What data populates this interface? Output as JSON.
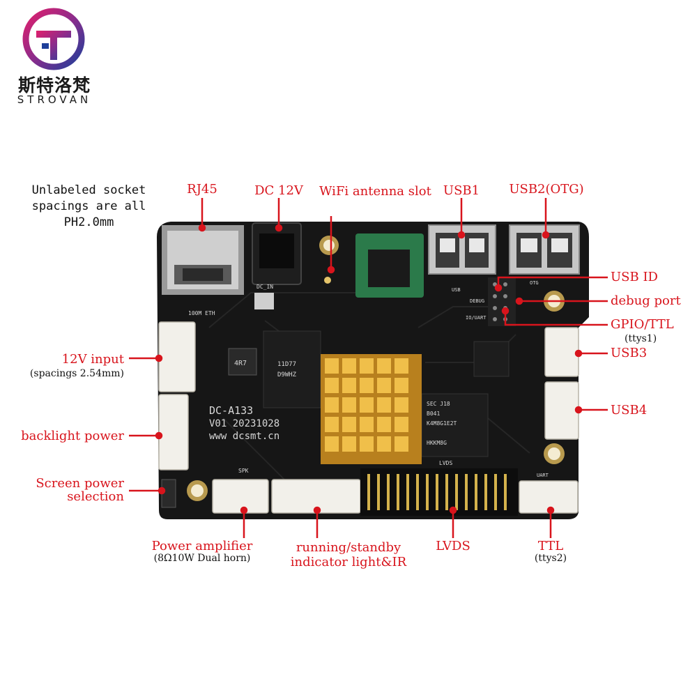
{
  "logo": {
    "cn": "斯特洛梵",
    "en": "STROVAN"
  },
  "note": [
    "Unlabeled socket",
    "spacings are all",
    "PH2.0mm"
  ],
  "board": {
    "model": "DC-A133",
    "version": "V01  20231028",
    "url": "www  dcsmt.cn",
    "silk": {
      "eth": "100M ETH",
      "dcin": "DC_IN",
      "usb": "USB",
      "otg": "OTG",
      "debug": "DEBUG",
      "iouart": "IO/UART",
      "lvds": "LVDS",
      "spk": "SPK",
      "uart": "UART",
      "inductor": "4R7",
      "cpu1": "11D77",
      "cpu2": "D9WHZ",
      "ram1": "SEC J18",
      "ram2": "B041",
      "ram3": "K4M8G1E2T",
      "ram4": "HKKM8G"
    }
  },
  "callouts": {
    "rj45": "RJ45",
    "dc12v": "DC 12V",
    "wifi": "WiFi antenna slot",
    "usb1": "USB1",
    "usb2": "USB2(OTG)",
    "usb_id": "USB ID",
    "debug_port": "debug port",
    "gpio_ttl": "GPIO/TTL",
    "gpio_ttl_sub": "(ttys1)",
    "usb3": "USB3",
    "usb4": "USB4",
    "input12v": "12V input",
    "input12v_sub": "(spacings 2.54mm)",
    "backlight": "backlight power",
    "screen_power_1": "Screen power",
    "screen_power_2": "selection",
    "power_amp": "Power amplifier",
    "power_amp_sub": "(8Ω10W Dual horn)",
    "running_1": "running/standby",
    "running_2": "indicator light&IR",
    "lvds": "LVDS",
    "ttl": "TTL",
    "ttl_sub": "(ttys2)"
  },
  "colors": {
    "accent": "#d8141c",
    "board": "#141414",
    "heatsink": "#e0a82e",
    "connector": "#f2f0ea",
    "logo_ring": "#1e3f9a",
    "logo_fill": "#9b2a7a"
  }
}
